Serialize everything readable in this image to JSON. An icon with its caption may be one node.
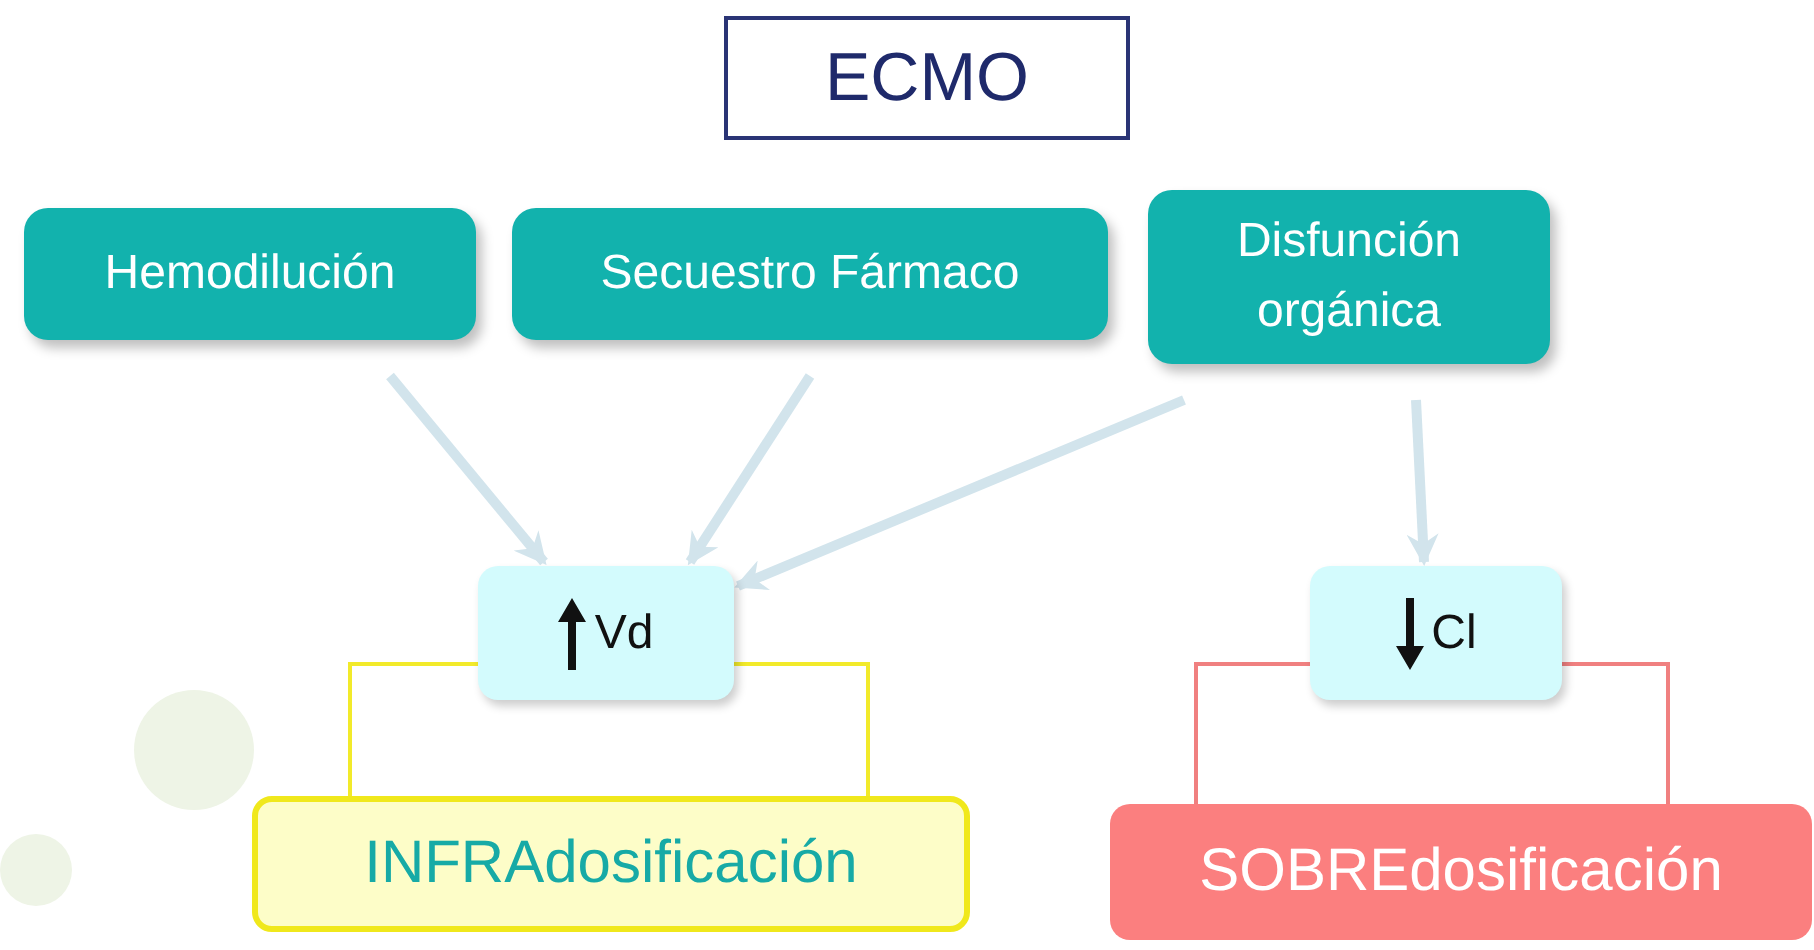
{
  "diagram": {
    "nodes": [
      {
        "text": [
          "ECMO"
        ]
      },
      {
        "text": [
          "Hemodilución"
        ]
      },
      {
        "text": [
          "Secuestro Fármaco"
        ]
      },
      {
        "text": [
          "Disfunción orgánica"
        ]
      },
      {
        "text": [
          "Vd"
        ]
      },
      {
        "text": [
          "Cl"
        ]
      },
      {
        "text": [
          "INFRAdosificación"
        ]
      },
      {
        "text": [
          "SOBREdosificación"
        ]
      }
    ],
    "edges": [
      {
        "from": 1,
        "to": 4,
        "arrow": "to",
        "style": "thick"
      },
      {
        "from": 2,
        "to": 4,
        "arrow": "to",
        "style": "thick"
      },
      {
        "from": 3,
        "to": 4,
        "arrow": "to",
        "style": "thick"
      },
      {
        "from": 3,
        "to": 5,
        "arrow": "to",
        "style": "thick"
      },
      {
        "from": 4,
        "to": 6,
        "arrow": "none",
        "color": "#f2ea2a"
      },
      {
        "from": 4,
        "to": 6,
        "arrow": "none",
        "color": "#f2ea2a"
      },
      {
        "from": 5,
        "to": 7,
        "arrow": "none",
        "color": "#f08080"
      },
      {
        "from": 5,
        "to": 7,
        "arrow": "none",
        "color": "#f08080"
      }
    ]
  }
}
